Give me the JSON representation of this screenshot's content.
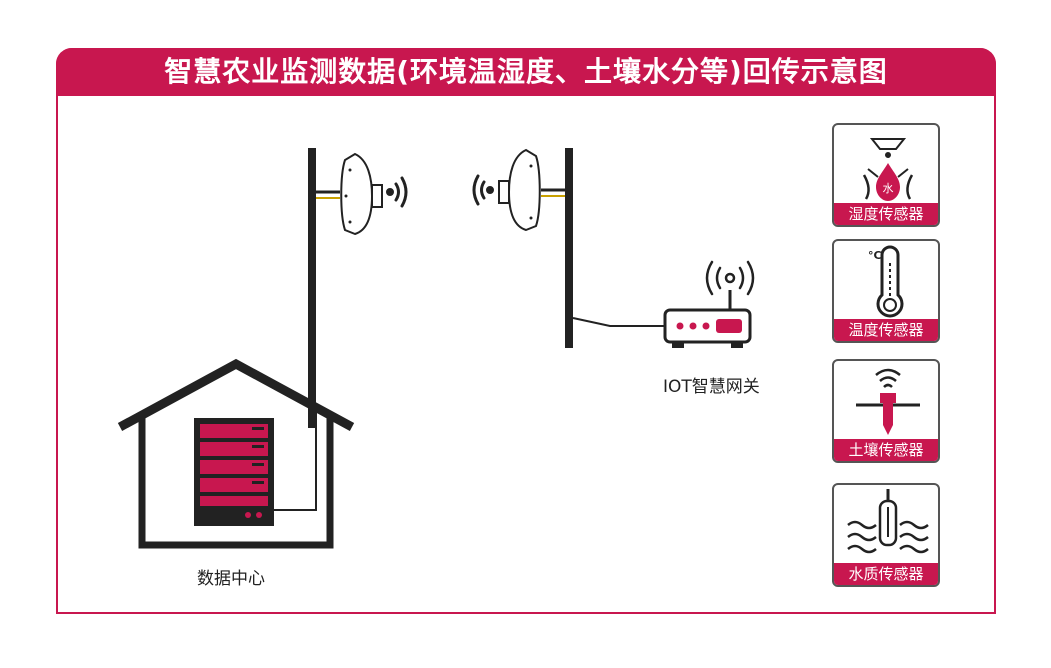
{
  "title": "智慧农业监测数据(环境温湿度、土壤水分等)回传示意图",
  "labels": {
    "data_center": "数据中心",
    "gateway": "IOT智慧网关"
  },
  "sensors": [
    {
      "name": "湿度传感器",
      "icon": "humidity-icon",
      "badge": "水"
    },
    {
      "name": "温度传感器",
      "icon": "thermometer-icon",
      "unit": "°C"
    },
    {
      "name": "土壤传感器",
      "icon": "soil-probe-icon"
    },
    {
      "name": "水质传感器",
      "icon": "water-probe-icon"
    }
  ],
  "colors": {
    "accent": "#c8174f",
    "line": "#222222",
    "frame": "#555555"
  }
}
